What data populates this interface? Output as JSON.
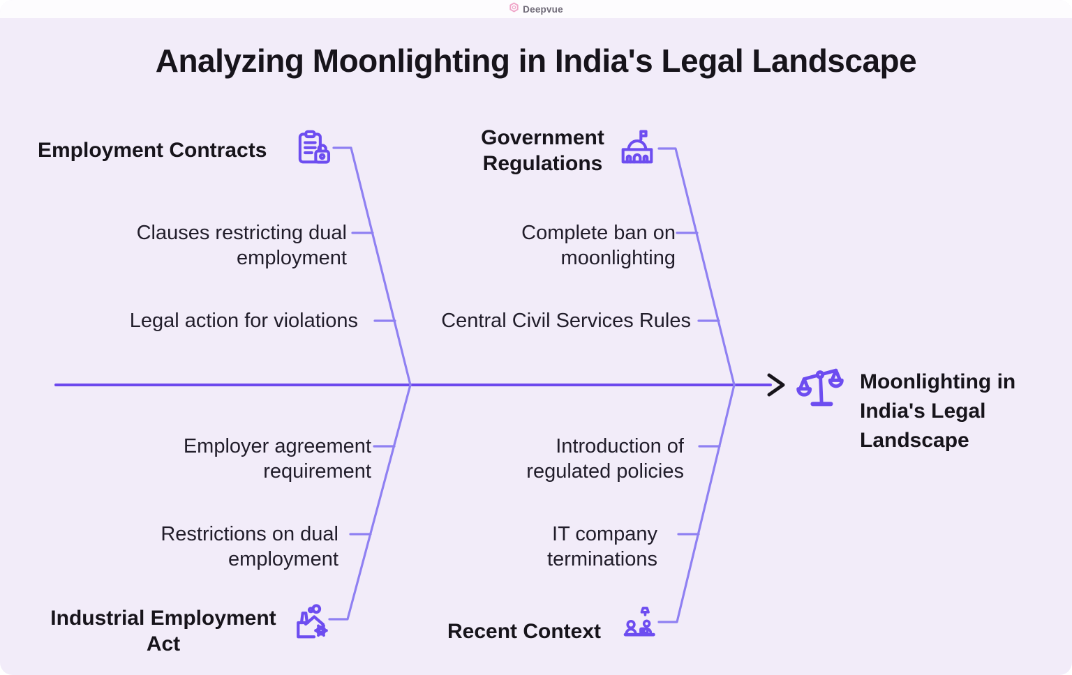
{
  "brand": {
    "name": "Deepvue"
  },
  "title": "Analyzing Moonlighting in India's Legal Landscape",
  "effect": {
    "label": "Moonlighting in India's Legal Landscape",
    "icon": "scales-of-justice-icon"
  },
  "categories": [
    {
      "label": "Employment Contracts",
      "icon": "clipboard-lock-icon",
      "position": "top-left",
      "causes": [
        "Clauses restricting dual employment",
        "Legal action for violations"
      ]
    },
    {
      "label": "Government Regulations",
      "icon": "government-building-icon",
      "position": "top-right",
      "causes": [
        "Complete ban on moonlighting",
        "Central Civil Services Rules"
      ]
    },
    {
      "label": "Industrial Employment Act",
      "icon": "factory-gear-icon",
      "position": "bottom-left",
      "causes": [
        "Employer agreement requirement",
        "Restrictions on dual employment"
      ]
    },
    {
      "label": "Recent Context",
      "icon": "people-meeting-icon",
      "position": "bottom-right",
      "causes": [
        "Introduction of regulated policies",
        "IT company terminations"
      ]
    }
  ],
  "colors": {
    "background": "#f2ecf9",
    "topbar": "#fdfcfe",
    "icon_purple": "#6d4df0",
    "spine_purple": "#6c48ed",
    "branch_purple": "#8f80f2",
    "text_dark": "#17141b",
    "logo_pink": "#f0a6c9",
    "arrow_black": "#17141b"
  }
}
